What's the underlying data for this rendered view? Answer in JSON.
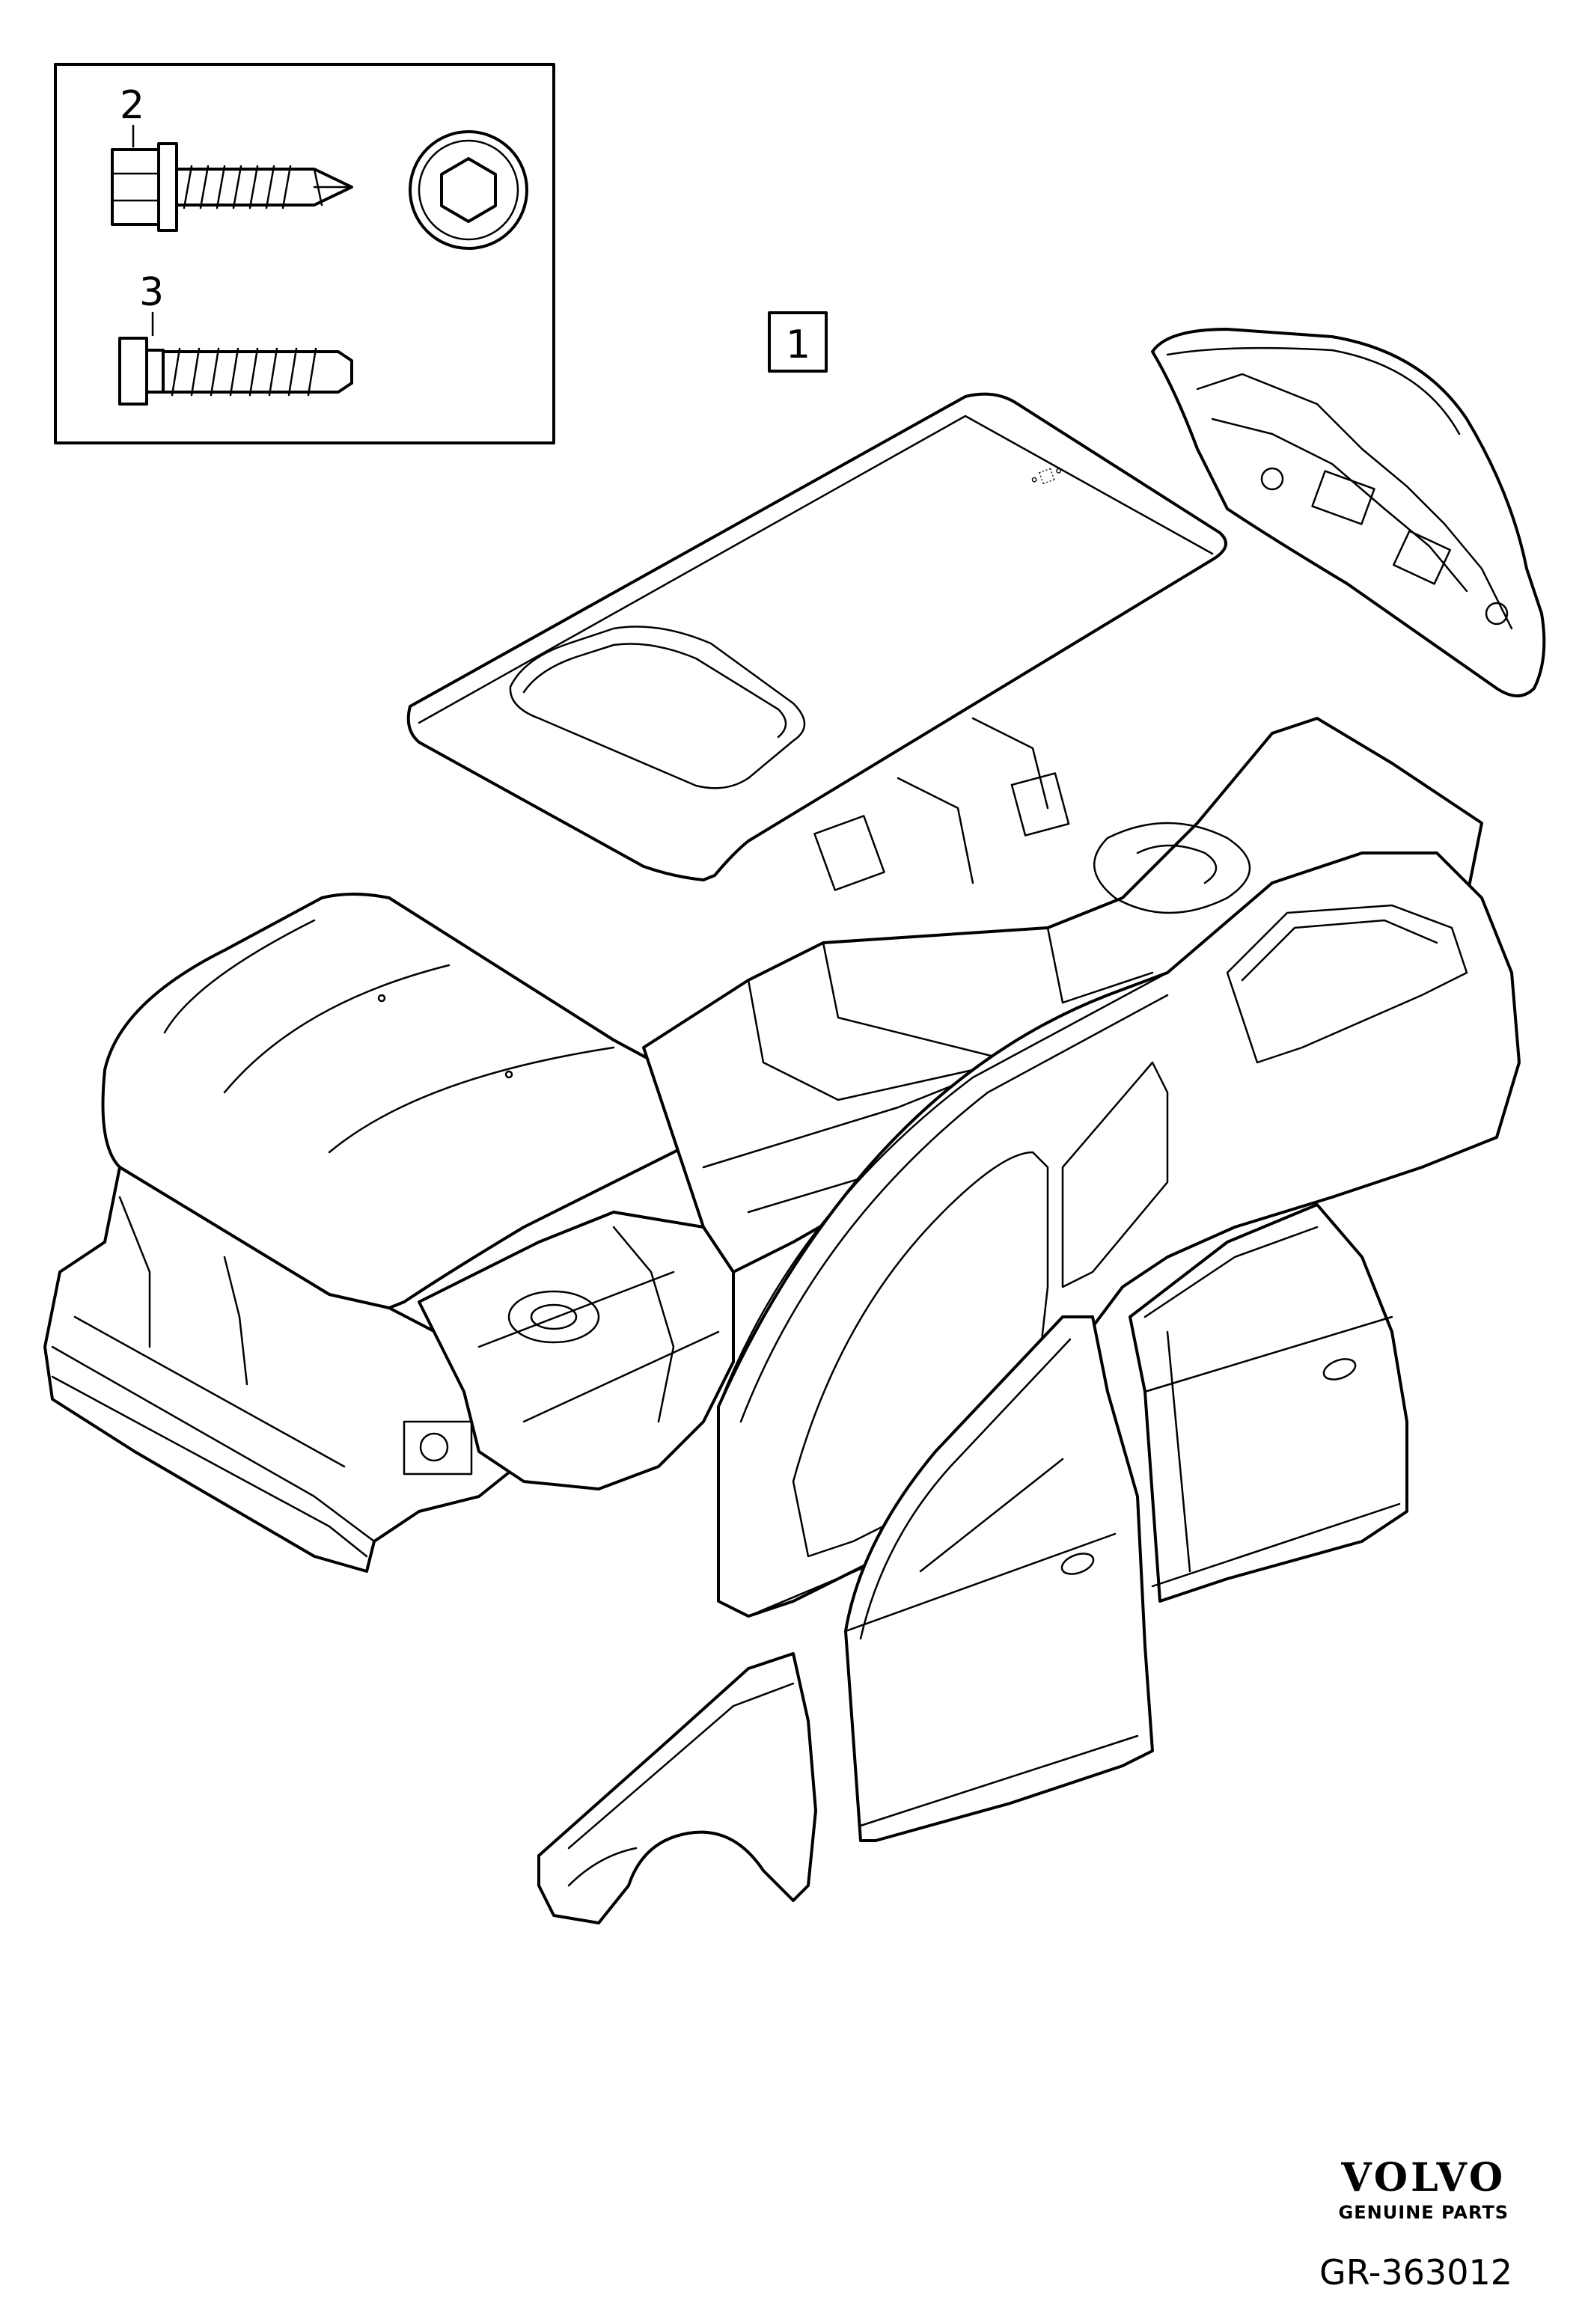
{
  "callouts": {
    "body_assembly": "1",
    "self_drilling_screw": "2",
    "flange_screw": "3"
  },
  "brand": {
    "name": "VOLVO",
    "subtitle": "GENUINE PARTS"
  },
  "reference": "GR-363012",
  "icons": {
    "hex_head_end_view": "hexagon-socket-icon"
  }
}
